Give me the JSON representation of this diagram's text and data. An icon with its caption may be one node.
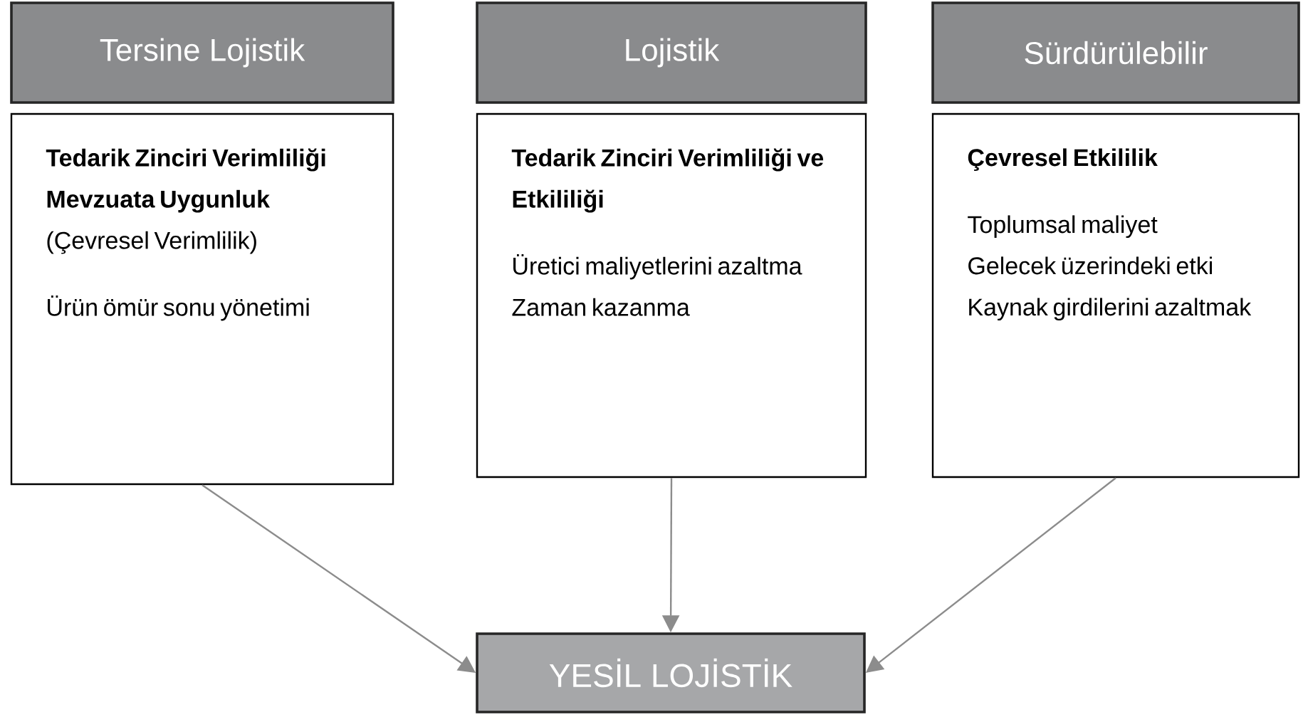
{
  "diagram": {
    "nodes": [
      {
        "text": [
          "Tersine Lojistik"
        ]
      },
      {
        "text": [
          "Lojistik"
        ]
      },
      {
        "text": [
          "Sürdürülebilir"
        ]
      },
      {
        "text": [
          "Tedarik Zinciri Verimliliği",
          "Mevzuata Uygunluk",
          "(Çevresel Verimlilik)",
          "Ürün ömür sonu yönetimi"
        ]
      },
      {
        "text": [
          "Tedarik Zinciri Verimliliği ve Etkililiği",
          "Üretici maliyetlerini azaltma",
          "Zaman kazanma"
        ]
      },
      {
        "text": [
          "Çevresel Etkililik",
          "Toplumsal maliyet",
          "Gelecek üzerindeki etki",
          "Kaynak girdilerini azaltmak"
        ]
      },
      {
        "text": [
          "YESİL LOJİSTİK"
        ]
      }
    ],
    "edges": [
      {
        "from": 3,
        "to": 6,
        "arrow": "to"
      },
      {
        "from": 4,
        "to": 6,
        "arrow": "to"
      },
      {
        "from": 5,
        "to": 6,
        "arrow": "to"
      }
    ]
  }
}
